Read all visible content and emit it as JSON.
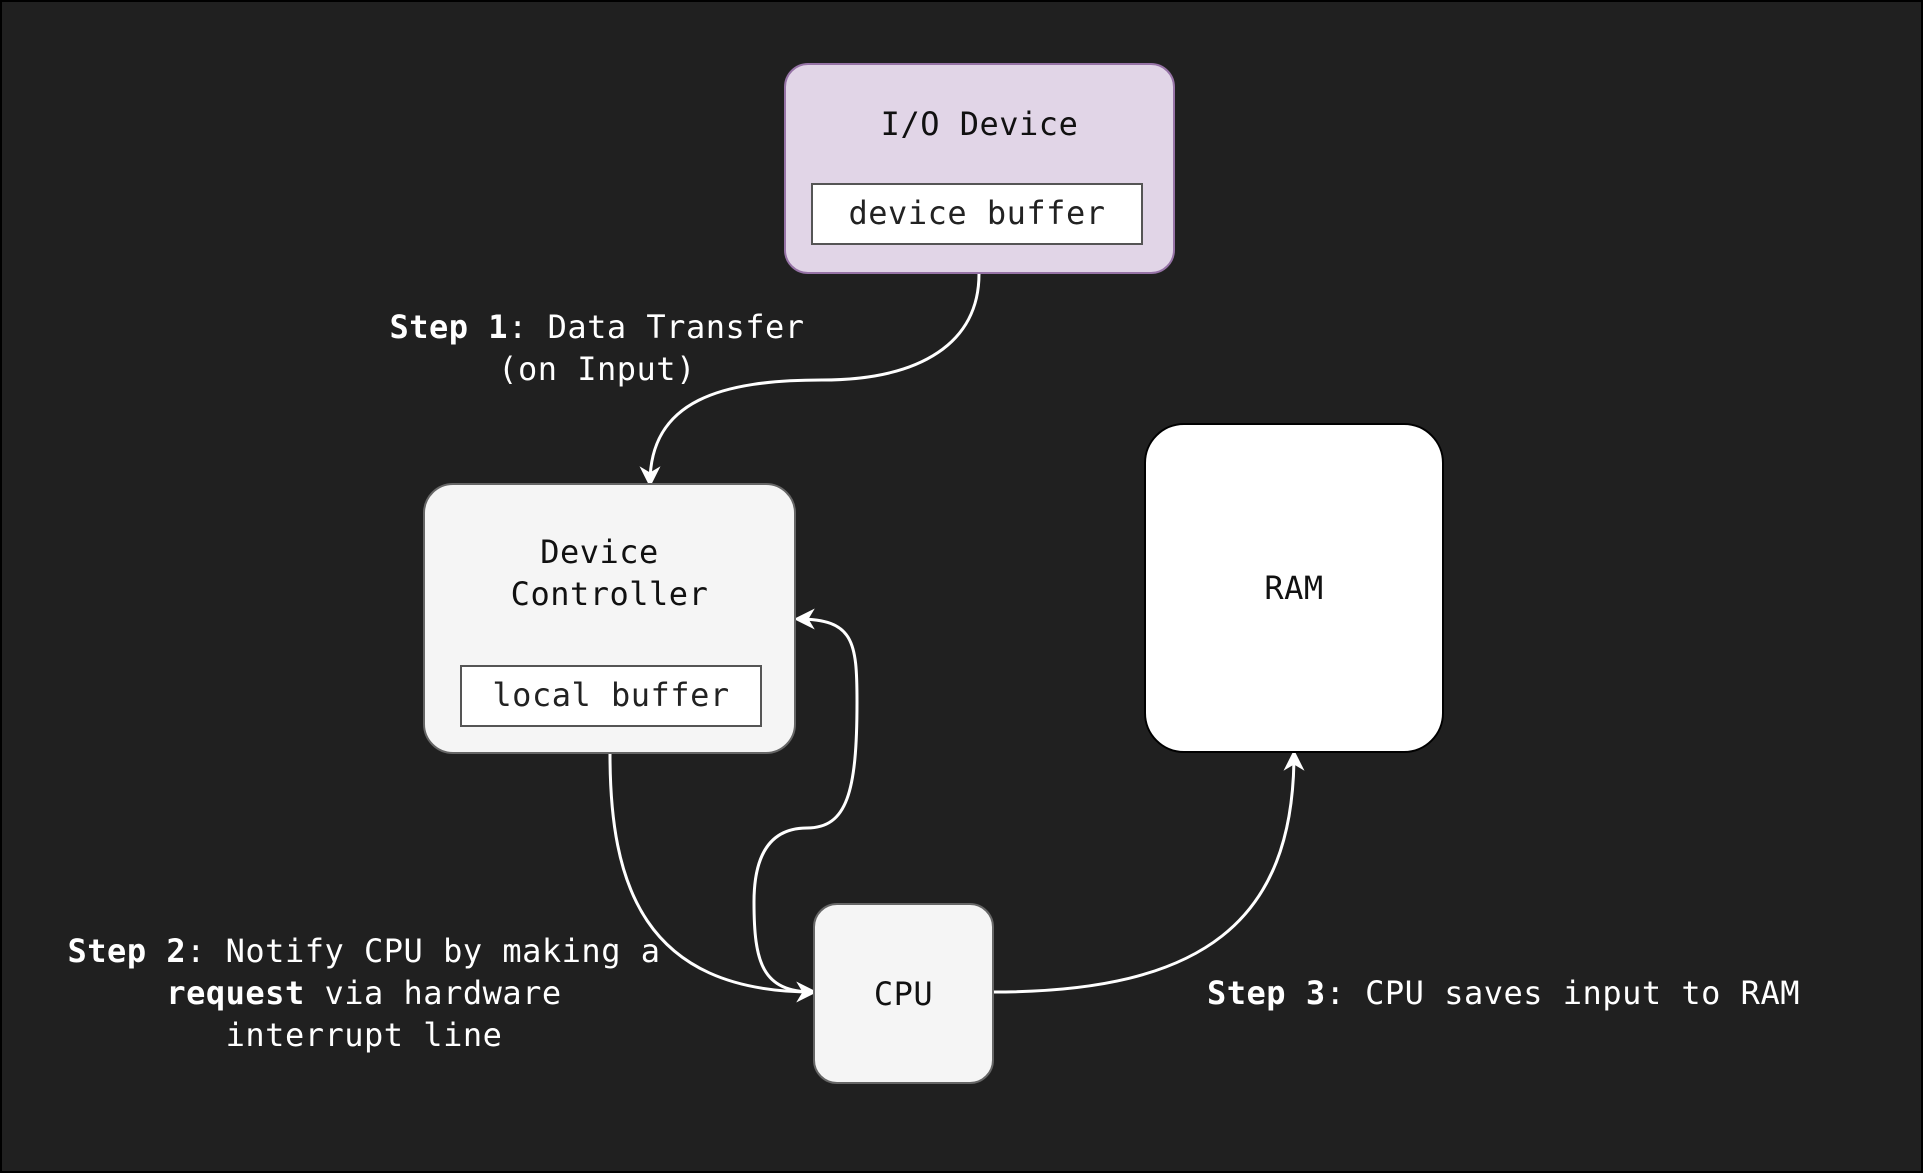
{
  "nodes": {
    "io_device": {
      "title": "I/O Device",
      "buffer": "device buffer"
    },
    "device_controller": {
      "title_line1": "Device",
      "title_line2": "Controller",
      "buffer": "local buffer"
    },
    "ram": {
      "title": "RAM"
    },
    "cpu": {
      "title": "CPU"
    }
  },
  "labels": {
    "step1": {
      "bold": "Step 1",
      "rest_line1": ": Data Transfer",
      "line2": "(on Input)"
    },
    "step2": {
      "bold": "Step 2",
      "rest_line1": ": Notify CPU by making a",
      "line2_bold": "request",
      "line2_rest": " via hardware",
      "line3": "interrupt line"
    },
    "step3": {
      "bold": "Step 3",
      "rest": ": CPU saves input to RAM"
    }
  },
  "colors": {
    "background": "#202020",
    "io_device_fill": "#e1d5e7",
    "io_device_stroke": "#9673a6",
    "node_fill": "#f5f5f5",
    "edge": "#ffffff"
  }
}
